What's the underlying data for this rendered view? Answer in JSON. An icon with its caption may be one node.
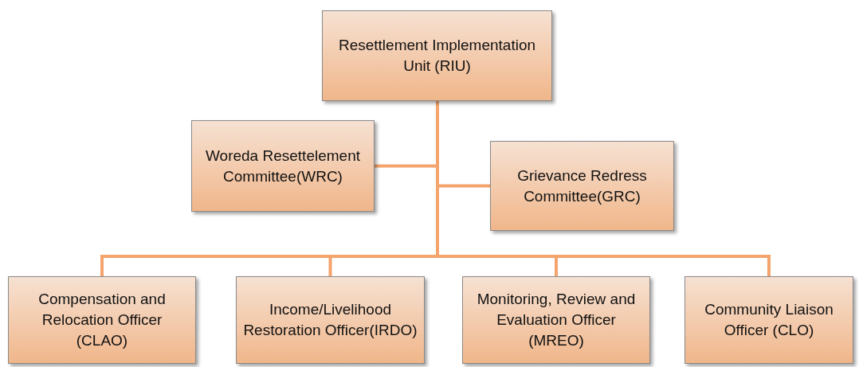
{
  "diagram": {
    "nodes": [
      {
        "text": [
          "Resettlement Implementation Unit (RIU)"
        ]
      },
      {
        "text": [
          "Woreda Resettelement Committee(WRC)"
        ]
      },
      {
        "text": [
          "Grievance Redress Committee(GRC)"
        ]
      },
      {
        "text": [
          "Compensation and Relocation Officer (CLAO)"
        ]
      },
      {
        "text": [
          "Income/Livelihood Restoration Officer(IRDO)"
        ]
      },
      {
        "text": [
          "Monitoring, Review and Evaluation Officer (MREO)"
        ]
      },
      {
        "text": [
          "Community Liaison Officer (CLO)"
        ]
      }
    ],
    "edges": [
      {
        "from": 0,
        "to": 1,
        "arrow": "none"
      },
      {
        "from": 0,
        "to": 2,
        "arrow": "none"
      },
      {
        "from": 0,
        "to": 3,
        "arrow": "none"
      },
      {
        "from": 0,
        "to": 4,
        "arrow": "none"
      },
      {
        "from": 0,
        "to": 5,
        "arrow": "none"
      },
      {
        "from": 0,
        "to": 6,
        "arrow": "none"
      }
    ]
  }
}
